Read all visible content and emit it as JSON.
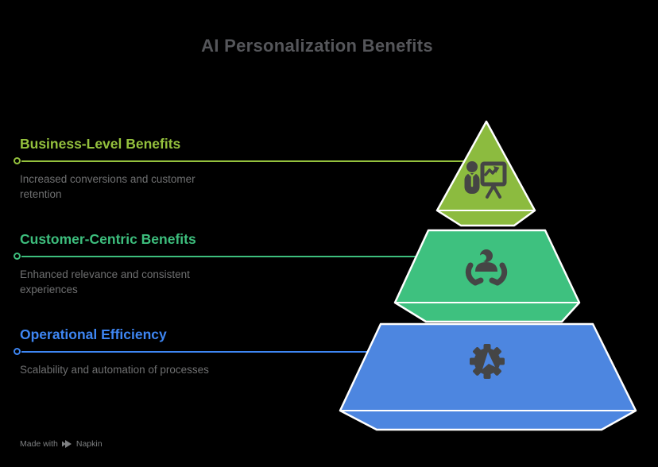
{
  "title": "AI Personalization Benefits",
  "palette": {
    "background": "#000000",
    "title": "#55565A",
    "description": "#6F7071",
    "icon_dark": "#454545",
    "stroke": "#FFFFFF",
    "footer": "#7E8082"
  },
  "sections": [
    {
      "heading": "Business-Level Benefits",
      "description": "Increased conversions and customer retention",
      "color": "#94C13D",
      "fill": "#8CBB3F",
      "icon": "presenter-growth-chart-icon"
    },
    {
      "heading": "Customer-Centric Benefits",
      "description": "Enhanced relevance and consistent experiences",
      "color": "#3DBE7D",
      "fill": "#3EC17F",
      "icon": "customer-care-icon"
    },
    {
      "heading": "Operational Efficiency",
      "description": "Scalability and automation of processes",
      "color": "#3E86F3",
      "fill": "#4D86E0",
      "icon": "automation-gear-icon"
    }
  ],
  "footer": {
    "made_with": "Made with",
    "brand": "Napkin"
  }
}
